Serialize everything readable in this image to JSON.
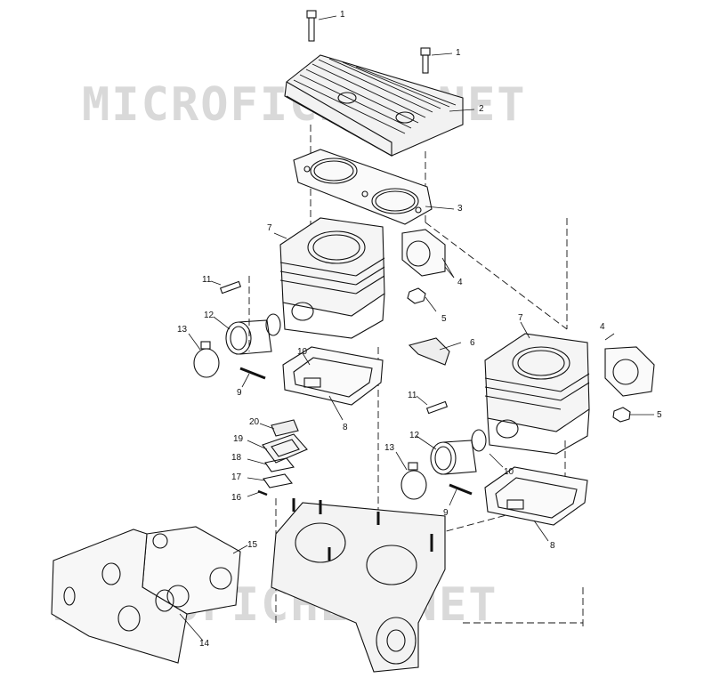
{
  "watermark": {
    "text_top": "MICROFICHES.NET",
    "text_bottom": "MICROFICHES.NET"
  },
  "callouts": [
    {
      "id": "c1a",
      "label": "1"
    },
    {
      "id": "c1b",
      "label": "1"
    },
    {
      "id": "c2",
      "label": "2"
    },
    {
      "id": "c3",
      "label": "3"
    },
    {
      "id": "c4a",
      "label": "4"
    },
    {
      "id": "c4b",
      "label": "4"
    },
    {
      "id": "c5a",
      "label": "5"
    },
    {
      "id": "c5b",
      "label": "5"
    },
    {
      "id": "c6",
      "label": "6"
    },
    {
      "id": "c7a",
      "label": "7"
    },
    {
      "id": "c7b",
      "label": "7"
    },
    {
      "id": "c8a",
      "label": "8"
    },
    {
      "id": "c8b",
      "label": "8"
    },
    {
      "id": "c9a",
      "label": "9"
    },
    {
      "id": "c9b",
      "label": "9"
    },
    {
      "id": "c10a",
      "label": "10"
    },
    {
      "id": "c10b",
      "label": "10"
    },
    {
      "id": "c11a",
      "label": "11"
    },
    {
      "id": "c11b",
      "label": "11"
    },
    {
      "id": "c12a",
      "label": "12"
    },
    {
      "id": "c12b",
      "label": "12"
    },
    {
      "id": "c13a",
      "label": "13"
    },
    {
      "id": "c13b",
      "label": "13"
    },
    {
      "id": "c14",
      "label": "14"
    },
    {
      "id": "c15",
      "label": "15"
    },
    {
      "id": "c16",
      "label": "16"
    },
    {
      "id": "c17",
      "label": "17"
    },
    {
      "id": "c18",
      "label": "18"
    },
    {
      "id": "c19",
      "label": "19"
    },
    {
      "id": "c20",
      "label": "20"
    }
  ]
}
